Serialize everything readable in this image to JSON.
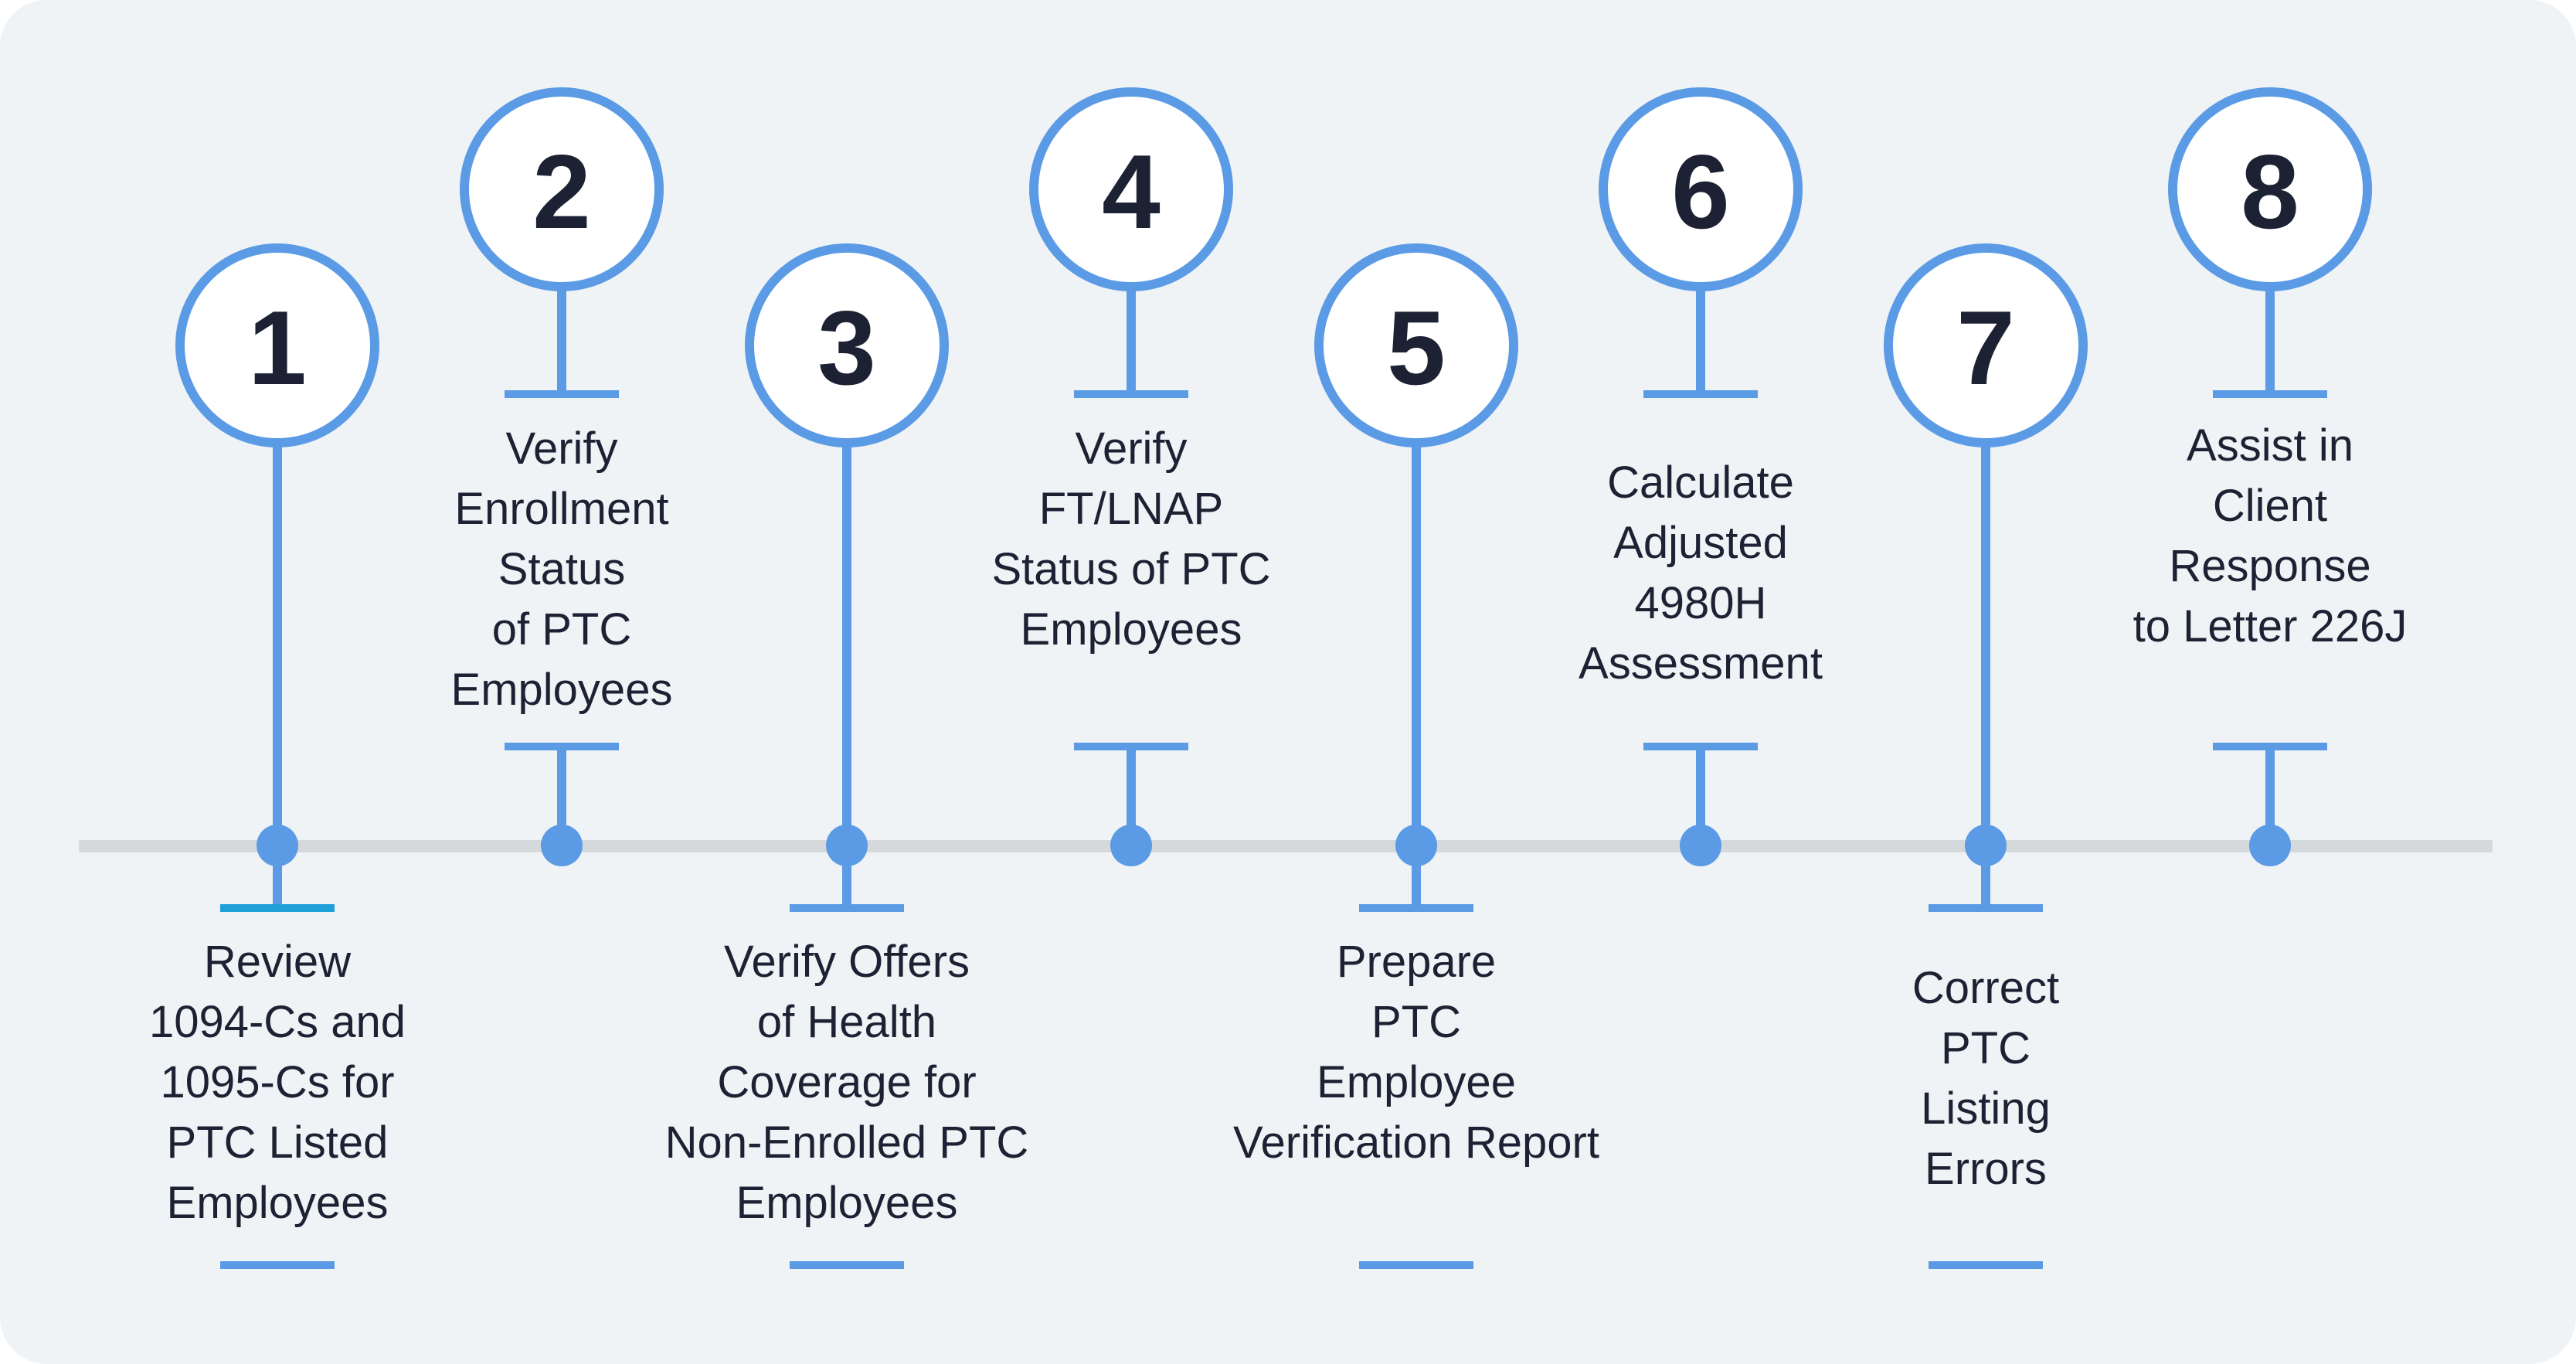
{
  "diagram": {
    "colors": {
      "background": "#eff3f5",
      "timeline": "#d5d9dc",
      "accent": "#5b9be6",
      "accent_first_cap": "#1fa0d8",
      "text": "#1c2233"
    },
    "steps": [
      {
        "number": "1",
        "label": "Review\n1094-Cs and\n1095-Cs for\nPTC Listed\nEmployees"
      },
      {
        "number": "2",
        "label": "Verify\nEnrollment\nStatus\nof PTC\nEmployees"
      },
      {
        "number": "3",
        "label": "Verify Offers\nof Health\nCoverage for\nNon-Enrolled PTC\nEmployees"
      },
      {
        "number": "4",
        "label": "Verify\nFT/LNAP\nStatus of PTC\nEmployees"
      },
      {
        "number": "5",
        "label": "Prepare\nPTC\nEmployee\nVerification Report"
      },
      {
        "number": "6",
        "label": "Calculate\nAdjusted\n4980H\nAssessment"
      },
      {
        "number": "7",
        "label": "Correct\nPTC\nListing\nErrors"
      },
      {
        "number": "8",
        "label": "Assist in\nClient\nResponse\nto Letter 226J"
      }
    ]
  }
}
